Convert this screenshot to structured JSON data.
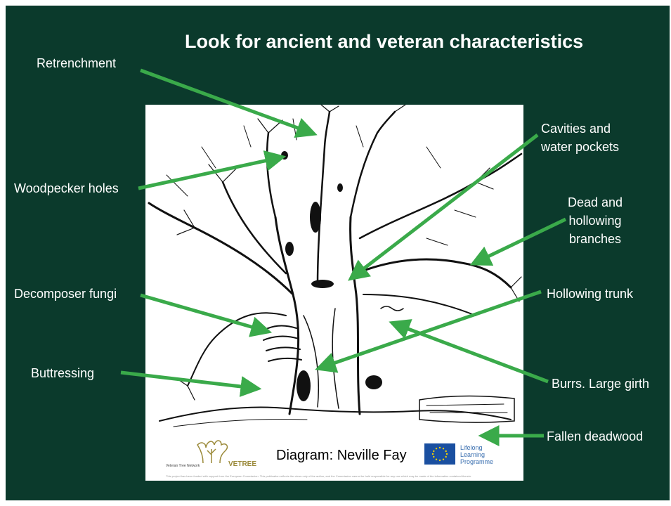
{
  "slide": {
    "title": "Look for ancient and veteran characteristics",
    "labels": {
      "retrenchment": "Retrenchment",
      "woodpecker": "Woodpecker holes",
      "fungi": "Decomposer fungi",
      "buttressing": "Buttressing",
      "cavities_1": "Cavities and",
      "cavities_2": "water pockets",
      "dead_1": "Dead and",
      "dead_2": "hollowing",
      "dead_3": "branches",
      "hollowing_trunk": "Hollowing trunk",
      "burrs": "Burrs. Large girth",
      "fallen": "Fallen deadwood"
    },
    "credit": "Diagram: Neville Fay",
    "logos": {
      "vetree": "VETREE",
      "vtn": "Veteran Tree Network",
      "llp_1": "Lifelong",
      "llp_2": "Learning",
      "llp_3": "Programme"
    },
    "disclaimer": "This project has been funded with support from the European Commission. This publication reflects the views only of the author, and the Commission cannot be held responsible for any use which may be made of the information contained therein."
  },
  "colors": {
    "background": "#0b3a2c",
    "arrow": "#3aaa4a",
    "text": "#ffffff",
    "eu_blue": "#1a4fa0",
    "eu_star": "#f5d000"
  },
  "icons": [
    "tree-sketch-illustration",
    "vetree-logo-icon",
    "eu-flag-icon"
  ]
}
